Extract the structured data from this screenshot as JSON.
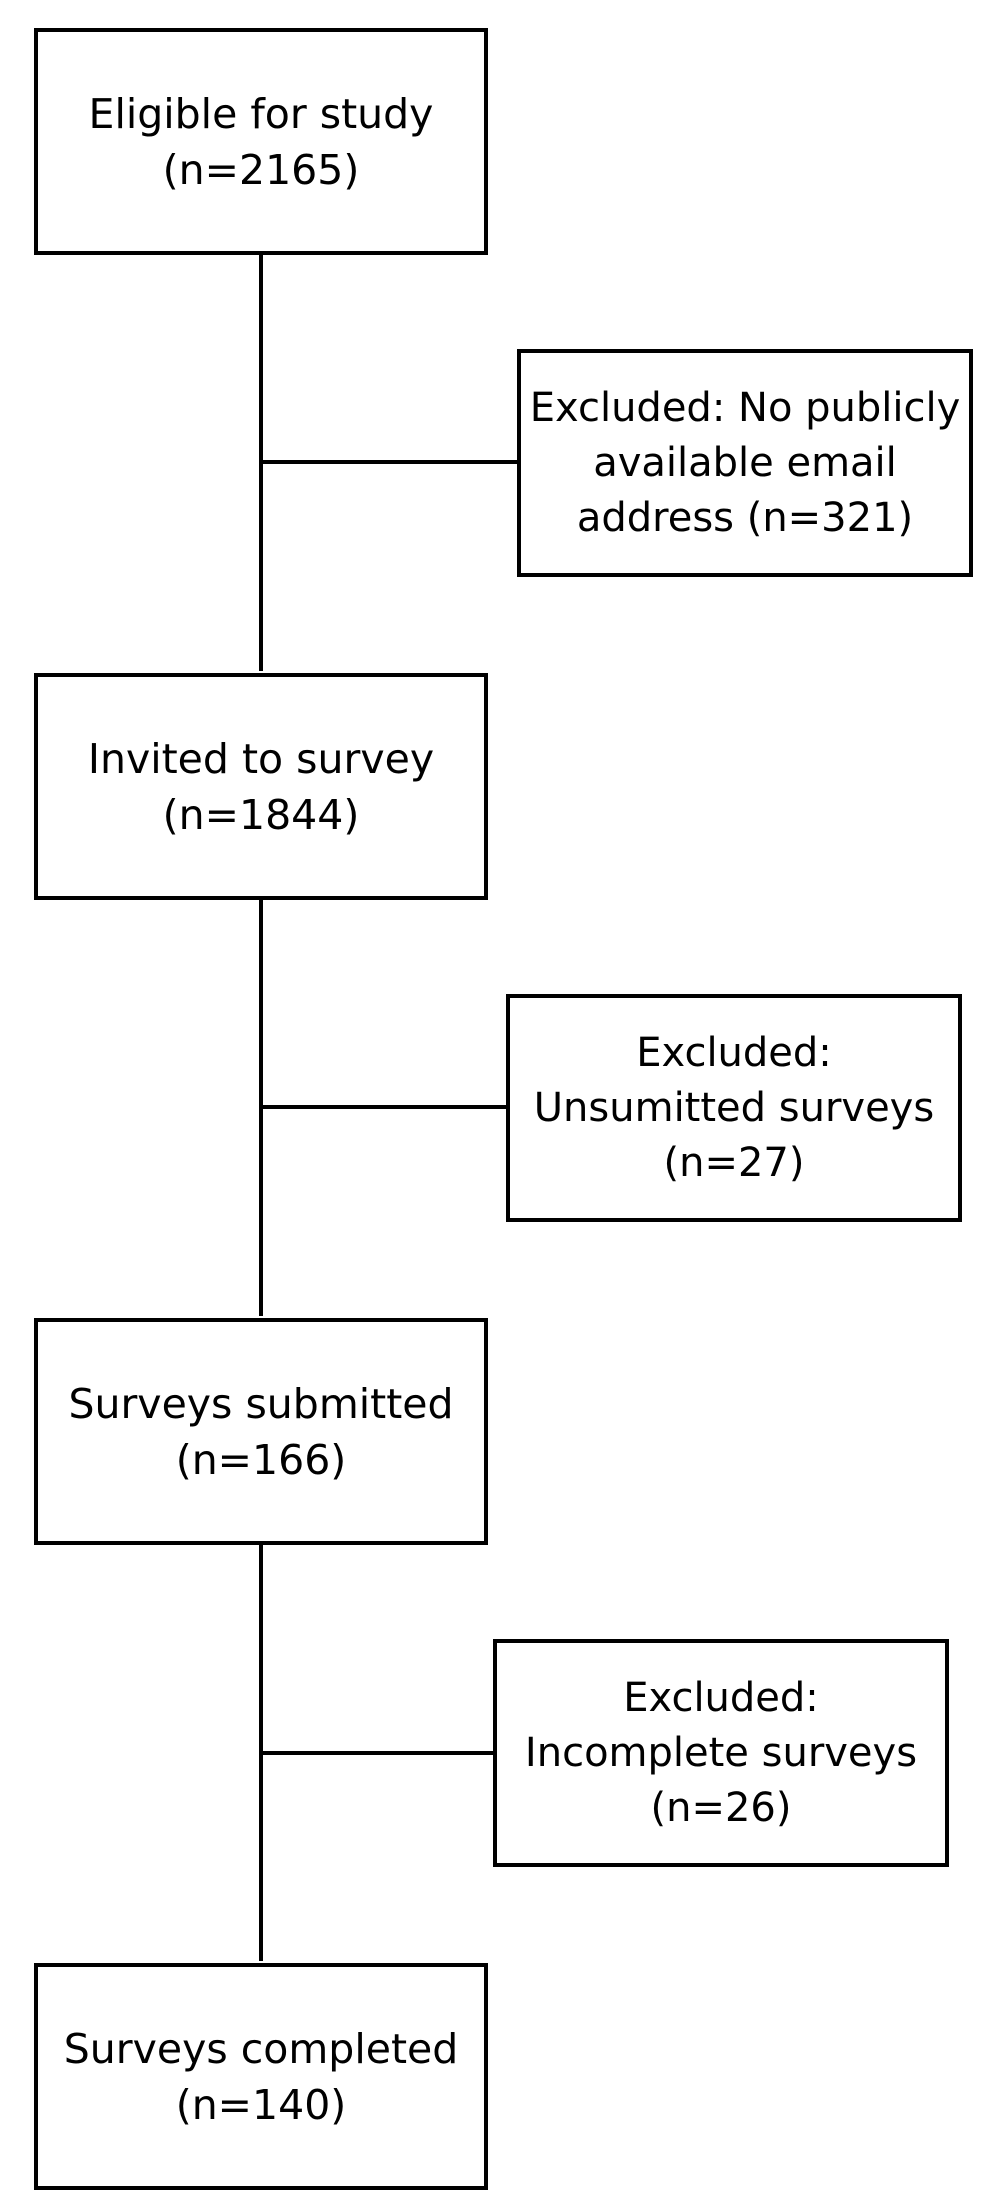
{
  "steps": [
    {
      "line1": "Eligible for study",
      "line2": "(n=2165)"
    },
    {
      "line1": "Invited to survey",
      "line2": "(n=1844)"
    },
    {
      "line1": "Surveys submitted",
      "line2": "(n=166)"
    },
    {
      "line1": "Surveys completed",
      "line2": "(n=140)"
    }
  ],
  "exclusions": [
    {
      "line1": "Excluded: No publicly",
      "line2": "available email",
      "line3": "address (n=321)"
    },
    {
      "line1": "Excluded:",
      "line2": "Unsumitted surveys",
      "line3": "(n=27)"
    },
    {
      "line1": "Excluded:",
      "line2": "Incomplete surveys",
      "line3": "(n=26)"
    }
  ]
}
